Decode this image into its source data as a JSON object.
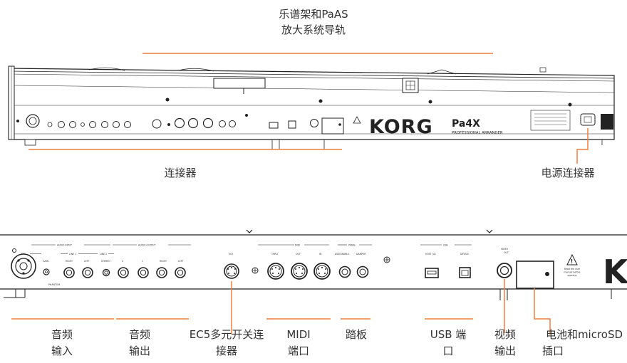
{
  "callouts": {
    "music_stand": [
      "乐谱架和PaAS",
      "放大系统导轨"
    ],
    "connectors": "连接器",
    "power_connector": "电源连接器",
    "audio_input": [
      "音频",
      "输入"
    ],
    "audio_output": [
      "音频",
      "输出"
    ],
    "ec5": [
      "EC5多元开关连",
      "接器"
    ],
    "midi": [
      "MIDI",
      "端口"
    ],
    "pedal": "踏板",
    "usb": [
      "USB 端",
      "口"
    ],
    "video": [
      "视频",
      "输出"
    ],
    "battery": [
      "电池和microSD",
      "插口"
    ]
  },
  "brand": {
    "logo": "KORG",
    "model": "Pa4X",
    "subtitle": "PROFESSIONAL ARRANGER",
    "logo_partial": "K"
  },
  "panel_labels": {
    "audio_input": "AUDIO INPUT",
    "audio_output": "AUDIO OUTPUT",
    "mic": "MIC",
    "line1": "LINE 1",
    "line2": "LINE 2",
    "gain": "GAIN",
    "phantom": "PHANTOM",
    "right": "RIGHT",
    "left": "LEFT",
    "stereo": "STEREO",
    "out2": "2",
    "out1": "1",
    "ec5": "EC5",
    "midi": "MIDI",
    "thru": "THRU",
    "out": "OUT",
    "in": "IN",
    "pedal": "PEDAL",
    "assignable": "ASSIGNABLE",
    "damper": "DAMPER",
    "usb": "USB",
    "host": "HOST (A)",
    "device": "DEVICE",
    "video_out": [
      "VIDEO",
      "OUT"
    ],
    "warning": [
      "Read the user",
      "manual before",
      "opening"
    ]
  },
  "colors": {
    "accent": "#f07f3c",
    "line": "#222222",
    "text": "#333333"
  }
}
